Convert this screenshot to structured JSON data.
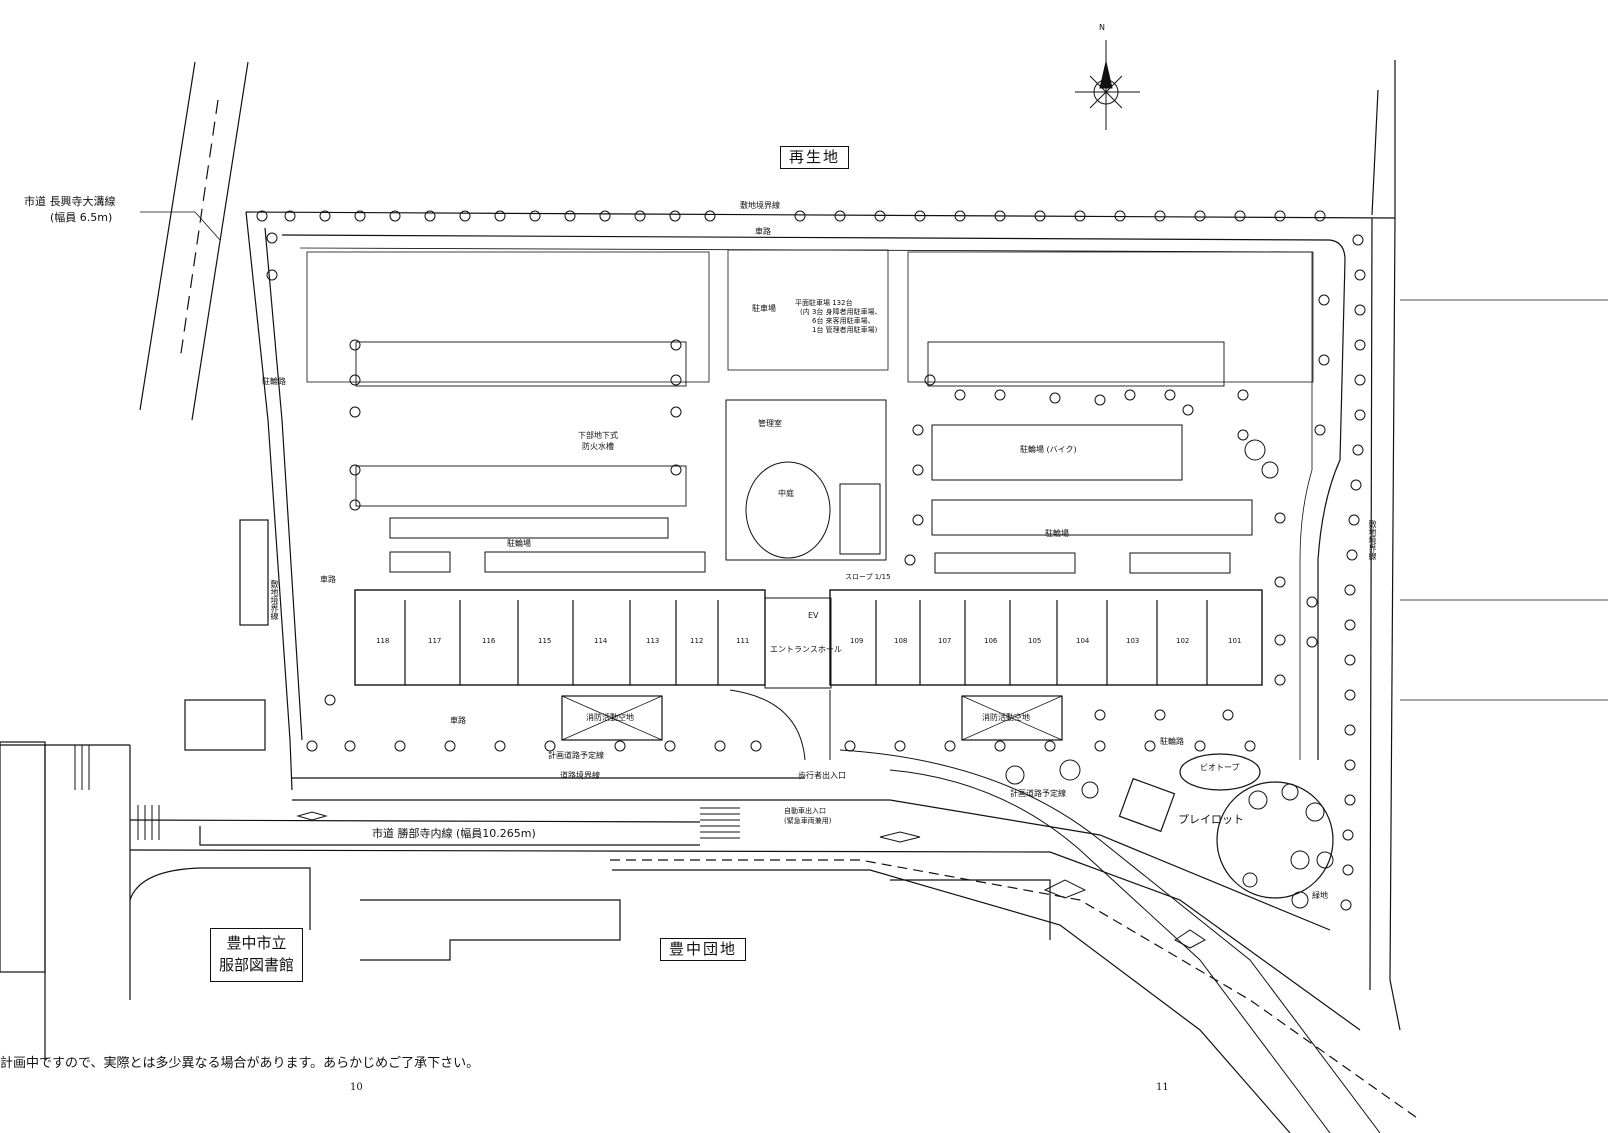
{
  "labels": {
    "regeneration_land": "再生地",
    "city_road_north": "市道 長興寺大溝線",
    "city_road_north_width": "(幅員 6.5m)",
    "boundary_north": "敷地境界線",
    "aisle_top": "車路",
    "lot_count": "平面駐車場 132台",
    "lot_detail_1": "(内 3台 身障者用駐車場、",
    "lot_detail_2": "6台 来客用駐車場、",
    "lot_detail_3": "1台 管理者用駐車場)",
    "bike_parking": "駐輪場 (バイク)",
    "bicycle_parking_east": "駐輪場",
    "bicycle_parking_west": "駐輪場",
    "courtyard": "中庭",
    "entrance_hall": "エントランスホール",
    "slope": "スロープ 1/15",
    "aisle_west": "車路",
    "aisle_south": "車路",
    "fire_space_west": "消防活動空地",
    "fire_space_east": "消防活動空地",
    "planned_road_south": "計画道路予定線",
    "planned_road_east": "計画道路予定線",
    "road_boundary": "道路境界線",
    "ped_entrance": "歩行者出入口",
    "car_entrance": "自動車出入口",
    "car_entrance_note": "(緊急車両兼用)",
    "city_road_south": "市道 勝部寺内線 (幅員10.265m)",
    "biotope": "ビオトープ",
    "play_lot": "プレイロット",
    "green": "緑地",
    "library_1": "豊中市立",
    "library_2": "服部図書館",
    "housing": "豊中団地",
    "underground_tank": "下部地下式",
    "underground_tank_2": "防火水槽",
    "bike_path_west": "駐輪路",
    "bike_path_east": "駐輪路",
    "management": "管理室",
    "elev": "EV",
    "compass": "N",
    "north_lot": "駐車場",
    "boundary_east": "敷地境界線",
    "boundary_west": "敷地境界線"
  },
  "units_row": [
    "118",
    "117",
    "116",
    "115",
    "114",
    "113",
    "112",
    "111",
    "109",
    "108",
    "107",
    "106",
    "105",
    "104",
    "103",
    "102",
    "101"
  ],
  "footer": {
    "note": "計画中ですので、実際とは多少異なる場合があります。あらかじめご了承下さい。",
    "page_left": "10",
    "page_right": "11"
  }
}
